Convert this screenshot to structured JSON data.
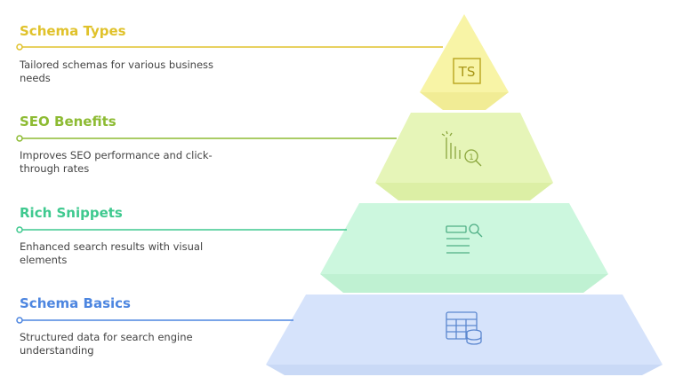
{
  "levels": [
    {
      "title": "Schema Types",
      "description": "Tailored schemas for various business needs",
      "icon": "ts-icon",
      "color": "#e0c22b"
    },
    {
      "title": "SEO Benefits",
      "description": "Improves SEO performance and click-through rates",
      "icon": "seo-chart-search-icon",
      "color": "#8dbb33"
    },
    {
      "title": "Rich Snippets",
      "description": "Enhanced search results with visual elements",
      "icon": "list-search-icon",
      "color": "#3fc98f"
    },
    {
      "title": "Schema Basics",
      "description": "Structured data for search engine understanding",
      "icon": "table-database-icon",
      "color": "#4d86e0"
    }
  ],
  "icon_text": {
    "ts": "TS"
  }
}
